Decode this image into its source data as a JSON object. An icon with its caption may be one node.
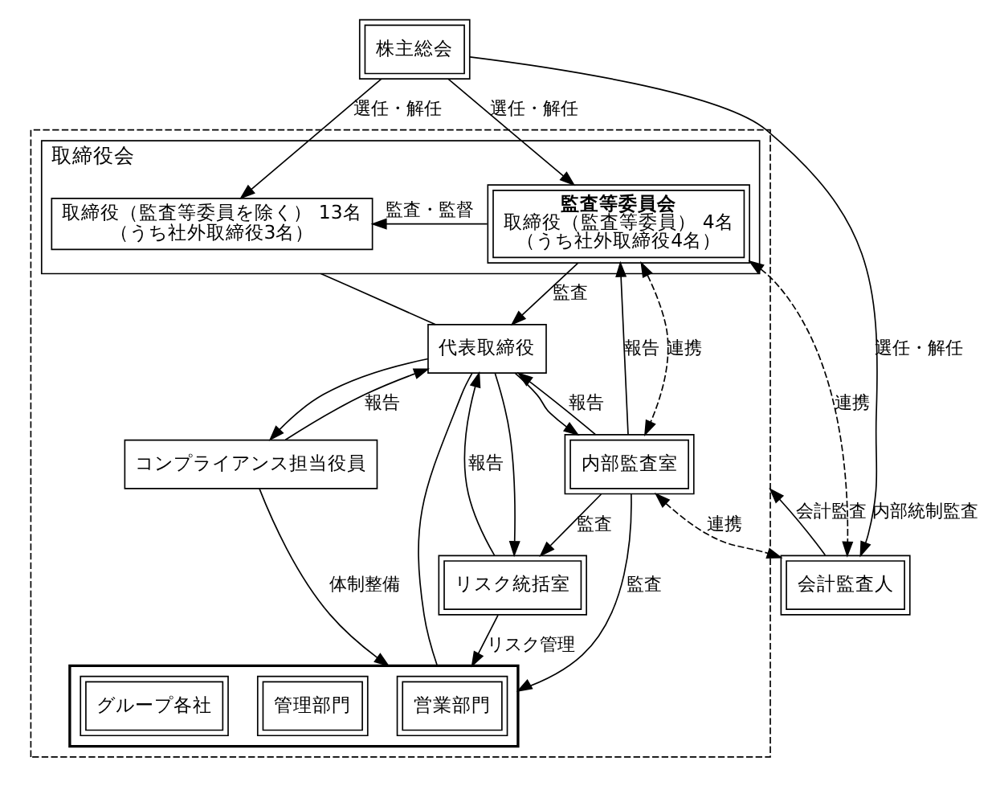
{
  "diagram": {
    "nodes": [
      {
        "text": [
          "株主総会"
        ]
      },
      {
        "text": [],
        "shape": "box"
      },
      {
        "text": [
          "取締役会"
        ],
        "in": 1
      },
      {
        "text": [
          "取締役（監査等委員を除く） 13名",
          "（うち社外取締役3名）"
        ],
        "in": 2
      },
      {
        "text": [
          "監査等委員会",
          "取締役（監査等委員） 4名",
          "（うち社外取締役4名）"
        ],
        "in": 2
      },
      {
        "text": [
          "代表取締役"
        ],
        "in": 1
      },
      {
        "text": [
          "コンプライアンス担当役員"
        ],
        "in": 1
      },
      {
        "text": [
          "リスク統括室"
        ],
        "in": 1
      },
      {
        "text": [
          "内部監査室"
        ],
        "in": 1
      },
      {
        "text": [],
        "shape": "box",
        "in": 1
      },
      {
        "text": [
          "営業部門"
        ],
        "in": 9
      },
      {
        "text": [
          "管理部門"
        ],
        "in": 9
      },
      {
        "text": [
          "グループ各社"
        ],
        "in": 9
      },
      {
        "text": [
          "会計監査人"
        ]
      }
    ],
    "edges": [
      {
        "from": 0,
        "to": 3,
        "arrow": "to",
        "label": "選任・解任"
      },
      {
        "from": 0,
        "to": 4,
        "arrow": "to",
        "label": "選任・解任"
      },
      {
        "from": 0,
        "to": 13,
        "arrow": "to",
        "label": "選任・解任"
      },
      {
        "from": 4,
        "to": 3,
        "arrow": "to",
        "label": "監査・監督"
      },
      {
        "from": 4,
        "to": 1,
        "arrow": "to",
        "label": "監査"
      },
      {
        "from": 2,
        "to": 5,
        "arrow": "none"
      },
      {
        "from": 5,
        "to": 9,
        "arrow": "none"
      },
      {
        "from": 6,
        "to": 5,
        "arrow": "to",
        "label": "報告"
      },
      {
        "from": 5,
        "to": 6,
        "arrow": "to"
      },
      {
        "from": 5,
        "to": 7,
        "arrow": "to"
      },
      {
        "from": 7,
        "to": 5,
        "arrow": "to",
        "label": "報告"
      },
      {
        "from": 5,
        "to": 8,
        "arrow": "to"
      },
      {
        "from": 8,
        "to": 5,
        "arrow": "to",
        "label": "報告"
      },
      {
        "from": 8,
        "to": 7,
        "arrow": "to",
        "label": "監査"
      },
      {
        "from": 8,
        "to": 4,
        "arrow": "to",
        "label": "報告"
      },
      {
        "from": 8,
        "to": 4,
        "arrow": "both",
        "label": "連携",
        "style": "dashed"
      },
      {
        "from": 13,
        "to": 4,
        "arrow": "both",
        "label": "連携",
        "style": "dashed"
      },
      {
        "from": 6,
        "to": 9,
        "arrow": "to",
        "label": "体制整備"
      },
      {
        "from": 7,
        "to": 9,
        "arrow": "to",
        "label": "リスク管理"
      },
      {
        "from": 8,
        "to": 9,
        "arrow": "to",
        "label": "監査"
      },
      {
        "from": 13,
        "to": 8,
        "arrow": "both",
        "label": "連携",
        "style": "dashed"
      },
      {
        "from": 13,
        "to": 1,
        "arrow": "to",
        "label": "会計監査 内部統制監査"
      }
    ]
  }
}
